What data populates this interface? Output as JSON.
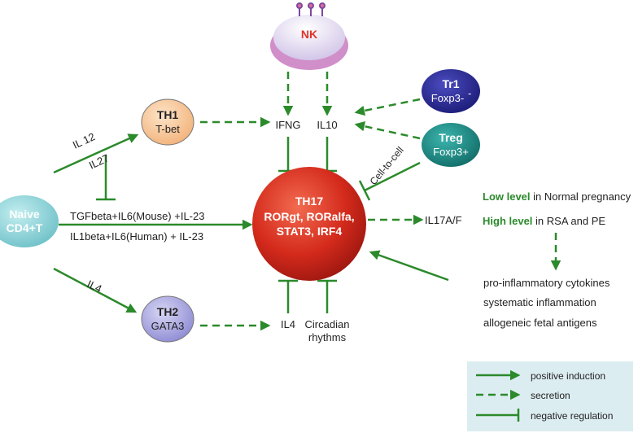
{
  "cells": {
    "nk": {
      "title": "NK"
    },
    "th1": {
      "title": "TH1",
      "subtitle": "T-bet"
    },
    "th2": {
      "title": "TH2",
      "subtitle": "GATA3"
    },
    "tr1": {
      "title": "Tr1",
      "subtitle": "Foxp3-"
    },
    "treg": {
      "title": "Treg",
      "subtitle": "Foxp3+"
    },
    "naive": {
      "line1": "Naive",
      "line2": "CD4+T"
    },
    "th17": {
      "title": "TH17",
      "line1": "RORgt, RORalfa,",
      "line2": "STAT3, IRF4"
    }
  },
  "labels": {
    "il12": "IL 12",
    "il27": "IL27",
    "il4_edge": "IL4",
    "tgf": "TGFbeta+IL6(Mouse) +IL-23",
    "il1": "IL1beta+IL6(Human) + IL-23",
    "ifng": "IFNG",
    "il10": "IL10",
    "il4": "IL4",
    "circadian1": "Circadian",
    "circadian2": "rhythms",
    "cell_to_cell": "Cell-to-cell",
    "il17": "IL17A/F"
  },
  "pregnancy": {
    "low_level": "Low level",
    "low_context": " in Normal pregnancy",
    "high_level": "High level",
    "high_context": " in RSA and PE",
    "factors": [
      "pro-inflammatory cytokines",
      "systematic inflammation",
      "allogeneic fetal antigens"
    ]
  },
  "legend": {
    "positive": "positive induction",
    "secretion": "secretion",
    "negative": "negative regulation"
  },
  "colors": {
    "arrow": "#2b8a2b",
    "th17": "#d42a1c",
    "nk": "#e3d7ee",
    "nk_rim": "#d18fc9",
    "th1": "#f7c99a",
    "th2": "#a8a6df",
    "tr1": "#2e2e98",
    "treg": "#1f8f8a",
    "naive": "#8fd3d8",
    "legend_bg": "#dcedf1"
  }
}
